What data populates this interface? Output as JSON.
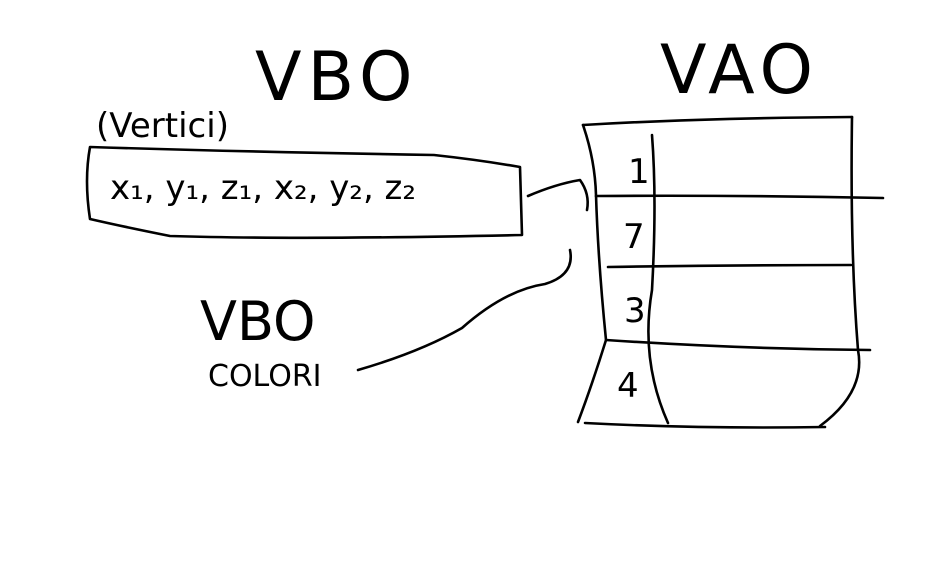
{
  "vbo_block": {
    "title": "VBO",
    "subtitle": "(Vertici)",
    "content": "x₁, y₁, z₁, x₂, y₂, z₂"
  },
  "vao_block": {
    "title": "VAO",
    "slots": [
      "1",
      "7",
      "3",
      "4"
    ]
  },
  "vbo_colori": {
    "title": "VBO",
    "subtitle": "COLORI"
  }
}
